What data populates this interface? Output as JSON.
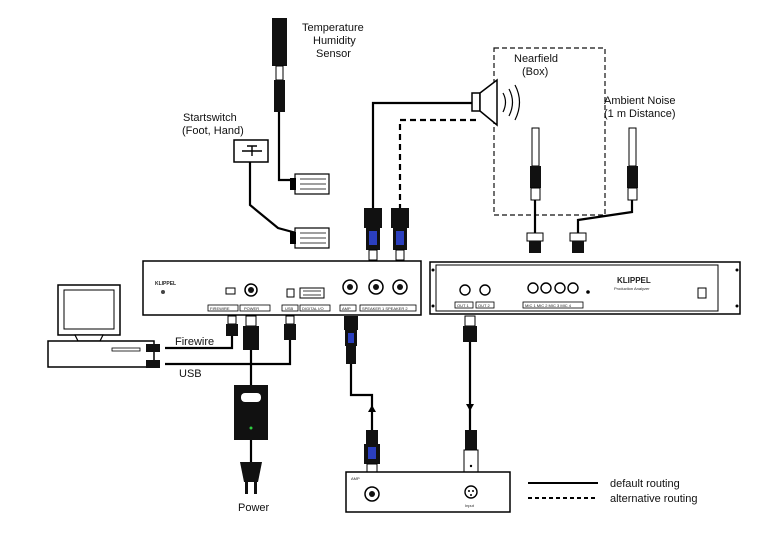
{
  "labels": {
    "temp_line1": "Temperature",
    "temp_line2": "Humidity",
    "temp_line3": "Sensor",
    "startswitch_line1": "Startswitch",
    "startswitch_line2": "(Foot, Hand)",
    "nearfield_line1": "Nearfield",
    "nearfield_line2": "(Box)",
    "ambient_line1": "Ambient Noise",
    "ambient_line2": "(1 m Distance)",
    "firewire": "Firewire",
    "usb": "USB",
    "power": "Power"
  },
  "panel_text": {
    "brand_left": "KLIPPEL",
    "brand_right": "KLIPPEL",
    "brand_right_sub": "Production Analyzer",
    "left_ports": [
      "FIREWIRE",
      "POWER",
      "USB",
      "DIGITAL I/O",
      "AMP",
      "SPEAKER 1 SPEAKER 2"
    ],
    "right_ports": [
      "OUT 1",
      "OUT 2",
      "MIC 1 MIC 2 MIC 3 MIC 4"
    ],
    "amp_title": "AMP",
    "amp_input": "Input"
  },
  "legend": {
    "default": "default routing",
    "alternative": "alternative routing"
  }
}
